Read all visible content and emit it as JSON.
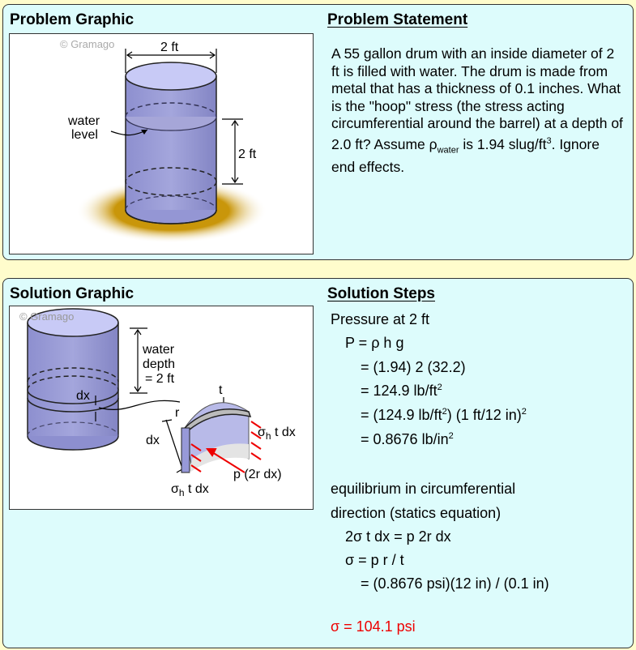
{
  "problem": {
    "graphic_title": "Problem Graphic",
    "statement_title": "Problem Statement",
    "statement_parts": [
      "A 55 gallon drum with an inside diameter of 2 ft is filled with water. The drum is made from metal that has a thickness of 0.1 inches. What  is the \"hoop\" stress (the stress acting circumferential around the barrel) at a depth of 2.0 ft? Assume ρ",
      "water",
      " is 1.94 slug/ft",
      "3",
      ". Ignore end effects."
    ],
    "graphic": {
      "watermark": "© Gramago",
      "diameter": "2 ft",
      "water_level_1": "water",
      "water_level_2": "level",
      "depth": "2 ft"
    }
  },
  "solution": {
    "graphic_title": "Solution Graphic",
    "steps_title": "Solution Steps",
    "graphic": {
      "watermark": "© Gramago",
      "depth_1": "water",
      "depth_2": "depth",
      "depth_3": "= 2 ft",
      "dx": "dx",
      "dx2": "dx",
      "t": "t",
      "r": "r",
      "sigma_right": "σ",
      "h": "h",
      "tdx": " t dx",
      "pressure": "p (2r dx)",
      "sigma_bottom": "σ"
    },
    "steps": {
      "s1": "Pressure at 2 ft",
      "s2": "P = ρ h g",
      "s3": "=  (1.94) 2 (32.2)",
      "s4a": "= 124.9 lb/ft",
      "two": "2",
      "s5a": "= (124.9 lb/ft",
      "s5b": ") (1 ft/12 in)",
      "s6a": "= 0.8676 lb/in",
      "s7": "equilibrium in circumferential",
      "s8": "direction (statics equation)",
      "s9": "2σ t dx = p 2r dx",
      "s10": "σ = p r / t",
      "s11": "= (0.8676 psi)(12 in) / (0.1 in)",
      "answer": "σ = 104.1 psi"
    }
  }
}
